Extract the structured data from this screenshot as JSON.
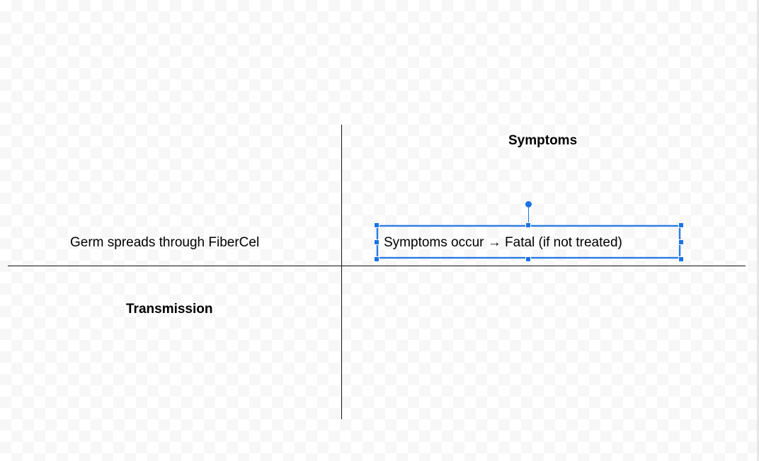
{
  "diagram": {
    "headings": {
      "symptoms": "Symptoms",
      "transmission": "Transmission"
    },
    "texts": {
      "germ_spreads": "Germ spreads through FiberCel",
      "selected_textbox": "Symptoms occur → Fatal (if not treated)"
    }
  },
  "colors": {
    "selection": "#1a73e8",
    "line": "#111111",
    "text": "#000000"
  }
}
